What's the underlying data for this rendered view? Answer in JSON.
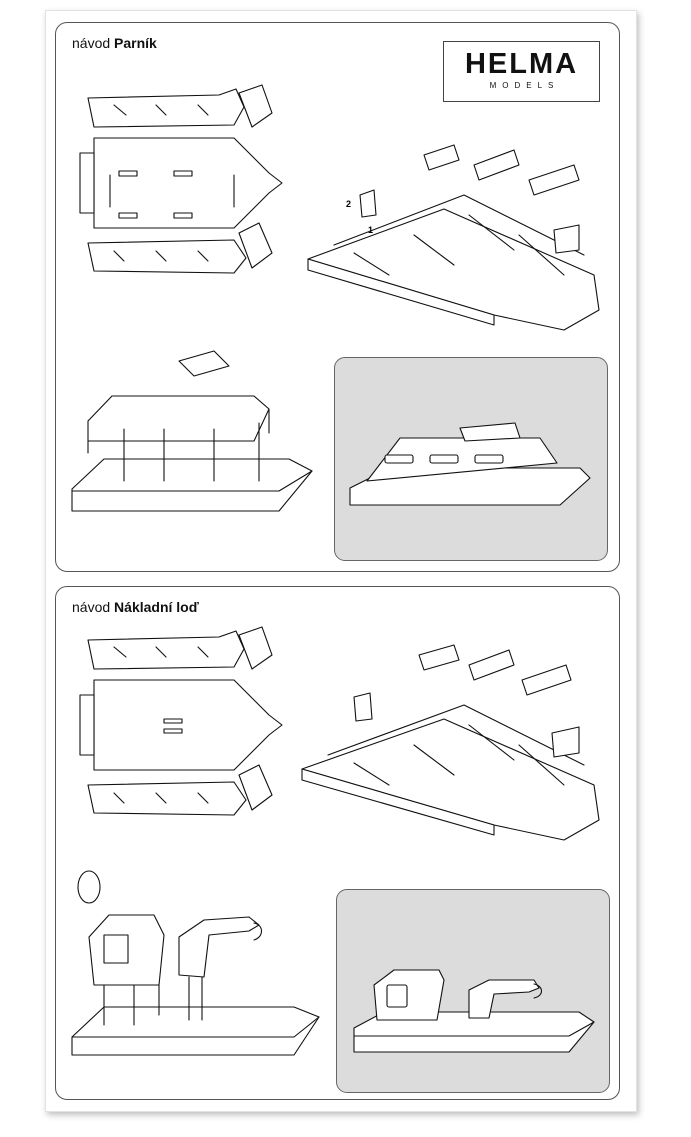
{
  "logo": {
    "brand": "HELMA",
    "sub": "MODELS"
  },
  "sections": [
    {
      "prefix": "návod",
      "name": "Parník"
    },
    {
      "prefix": "návod",
      "name": "Nákladní loď"
    }
  ],
  "step_numbers": [
    "2",
    "1"
  ]
}
